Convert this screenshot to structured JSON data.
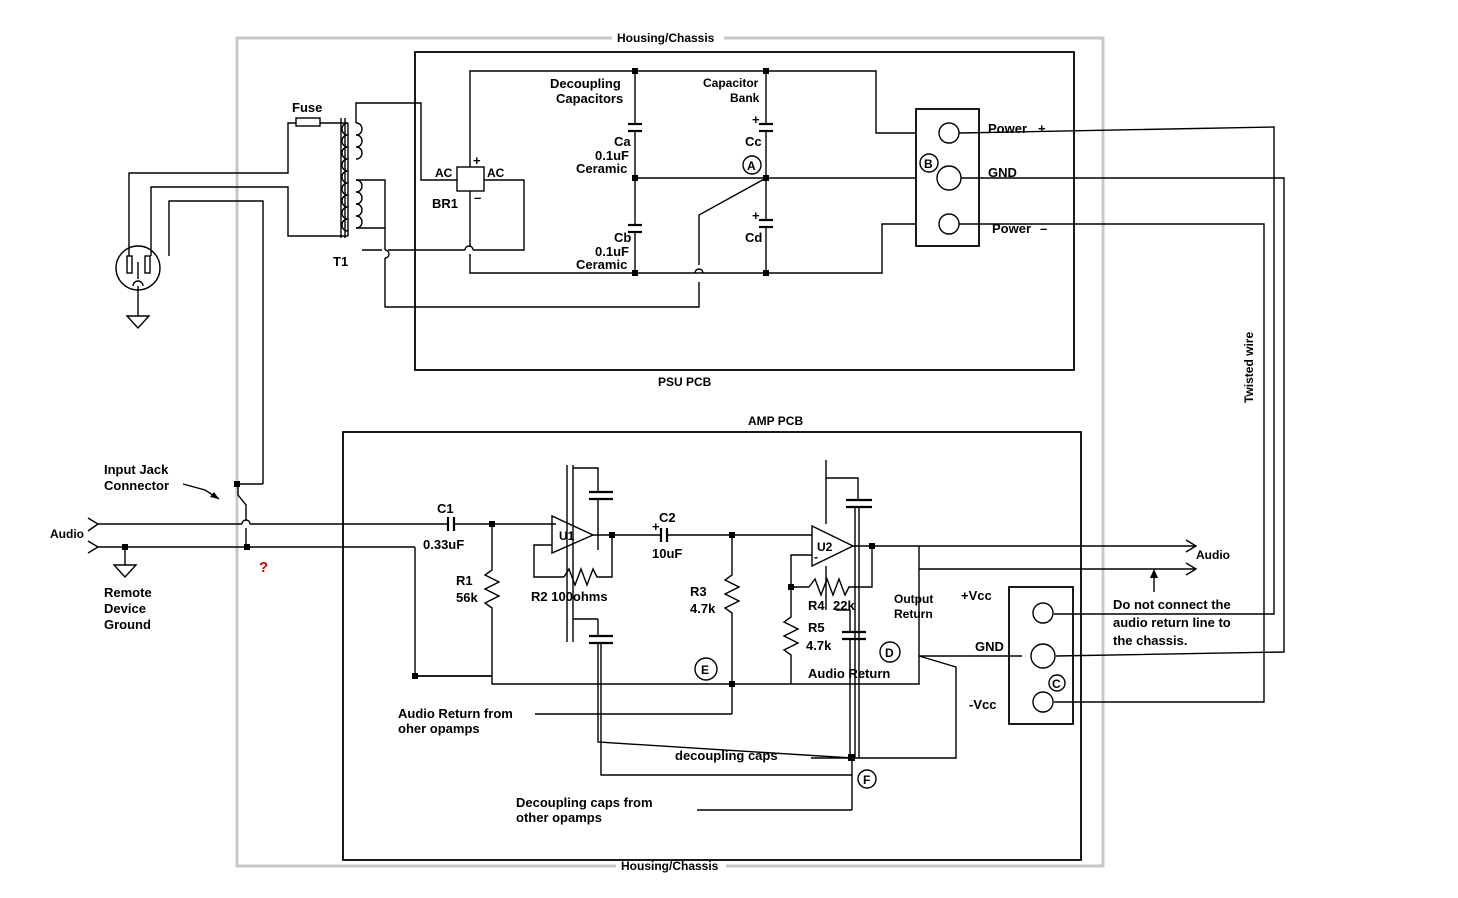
{
  "chassis": {
    "label_top": "Housing/Chassis",
    "label_bottom": "Housing/Chassis"
  },
  "psu": {
    "pcb_label": "PSU PCB",
    "fuse": "Fuse",
    "transformer": "T1",
    "bridge": "BR1",
    "ac_left": "AC",
    "ac_right": "AC",
    "plus": "+",
    "minus": "–",
    "decoupling_title_1": "Decoupling",
    "decoupling_title_2": "Capacitors",
    "bank_title_1": "Capacitor",
    "bank_title_2": "Bank",
    "ca_name": "Ca",
    "ca_value": "0.1uF",
    "ca_type": "Ceramic",
    "cb_name": "Cb",
    "cb_value": "0.1uF",
    "cb_type": "Ceramic",
    "cc_name": "Cc",
    "cd_name": "Cd",
    "cc_plus": "+",
    "cd_plus": "+",
    "power_plus": "Power",
    "power_plus_sign": "+",
    "gnd": "GND",
    "power_minus": "Power",
    "power_minus_sign": "–"
  },
  "amp": {
    "pcb_label": "AMP PCB",
    "input_jack_1": "Input Jack",
    "input_jack_2": "Connector",
    "audio_in": "Audio",
    "remote_1": "Remote",
    "remote_2": "Device",
    "remote_3": "Ground",
    "question": "?",
    "c1_name": "C1",
    "c1_value": "0.33uF",
    "r1_name": "R1",
    "r1_value": "56k",
    "u1": "U1",
    "r2_label": "R2 100ohms",
    "c2_name": "C2",
    "c2_value": "10uF",
    "c2_plus": "+",
    "r3_name": "R3",
    "r3_value": "4.7k",
    "u2": "U2",
    "r4_label": "R4",
    "r4_value": "22k",
    "r5_label": "R5",
    "r5_value": "4.7k",
    "audio_return": "Audio Return",
    "output_return_1": "Output",
    "output_return_2": "Return",
    "audio_out": "Audio",
    "vcc_plus": "+Vcc",
    "gnd": "GND",
    "vcc_minus": "-Vcc",
    "note_1": "Do not connect the",
    "note_2": "audio return line to",
    "note_3": "the chassis.",
    "twisted_wire": "Twisted wire",
    "audio_return_other_1": "Audio Return from",
    "audio_return_other_2": "oher opamps",
    "decoupling_caps": "decoupling caps",
    "decoupling_other_1": "Decoupling caps from",
    "decoupling_other_2": "other opamps"
  },
  "nodes": {
    "a": "A",
    "b": "B",
    "c": "C",
    "d": "D",
    "e": "E",
    "f": "F"
  }
}
